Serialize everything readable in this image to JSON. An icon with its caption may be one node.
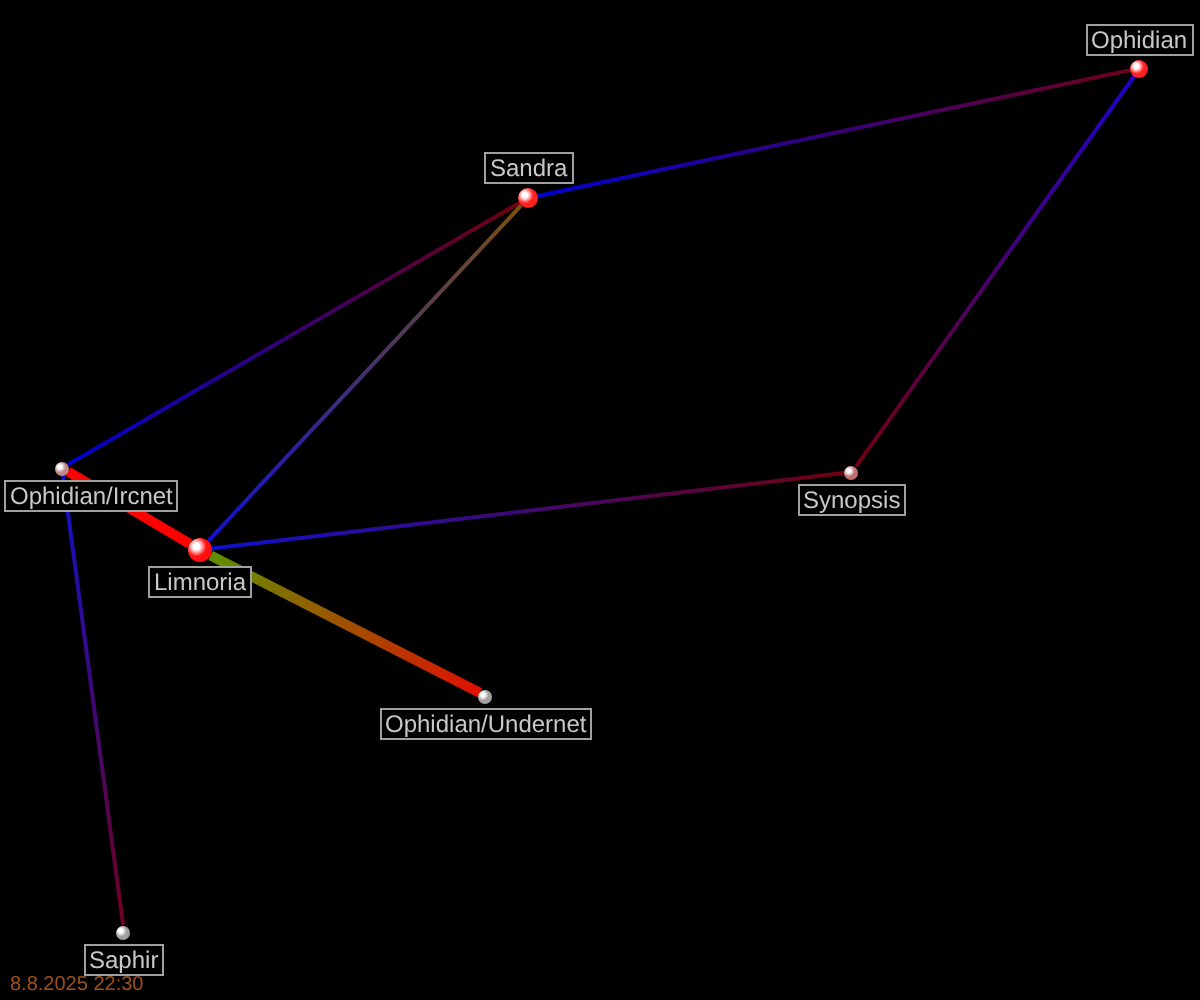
{
  "diagram": {
    "nodes": [
      {
        "text": [
          "Ophidian"
        ]
      },
      {
        "text": [
          "Sandra"
        ]
      },
      {
        "text": [
          "Ophidian/Ircnet"
        ]
      },
      {
        "text": [
          "Synopsis"
        ]
      },
      {
        "text": [
          "Limnoria"
        ]
      },
      {
        "text": [
          "Ophidian/Undernet"
        ]
      },
      {
        "text": [
          "Saphir"
        ]
      }
    ],
    "edges": [
      {
        "from": 1,
        "to": 0,
        "arrow": "none"
      },
      {
        "from": 0,
        "to": 3,
        "arrow": "none"
      },
      {
        "from": 2,
        "to": 1,
        "arrow": "none"
      },
      {
        "from": 1,
        "to": 4,
        "arrow": "none"
      },
      {
        "from": 2,
        "to": 4,
        "arrow": "none",
        "style": "thick"
      },
      {
        "from": 4,
        "to": 3,
        "arrow": "none"
      },
      {
        "from": 4,
        "to": 5,
        "arrow": "none",
        "style": "thick"
      },
      {
        "from": 2,
        "to": 6,
        "arrow": "none"
      }
    ],
    "labels": [
      "8.8.2025 22:30"
    ]
  }
}
